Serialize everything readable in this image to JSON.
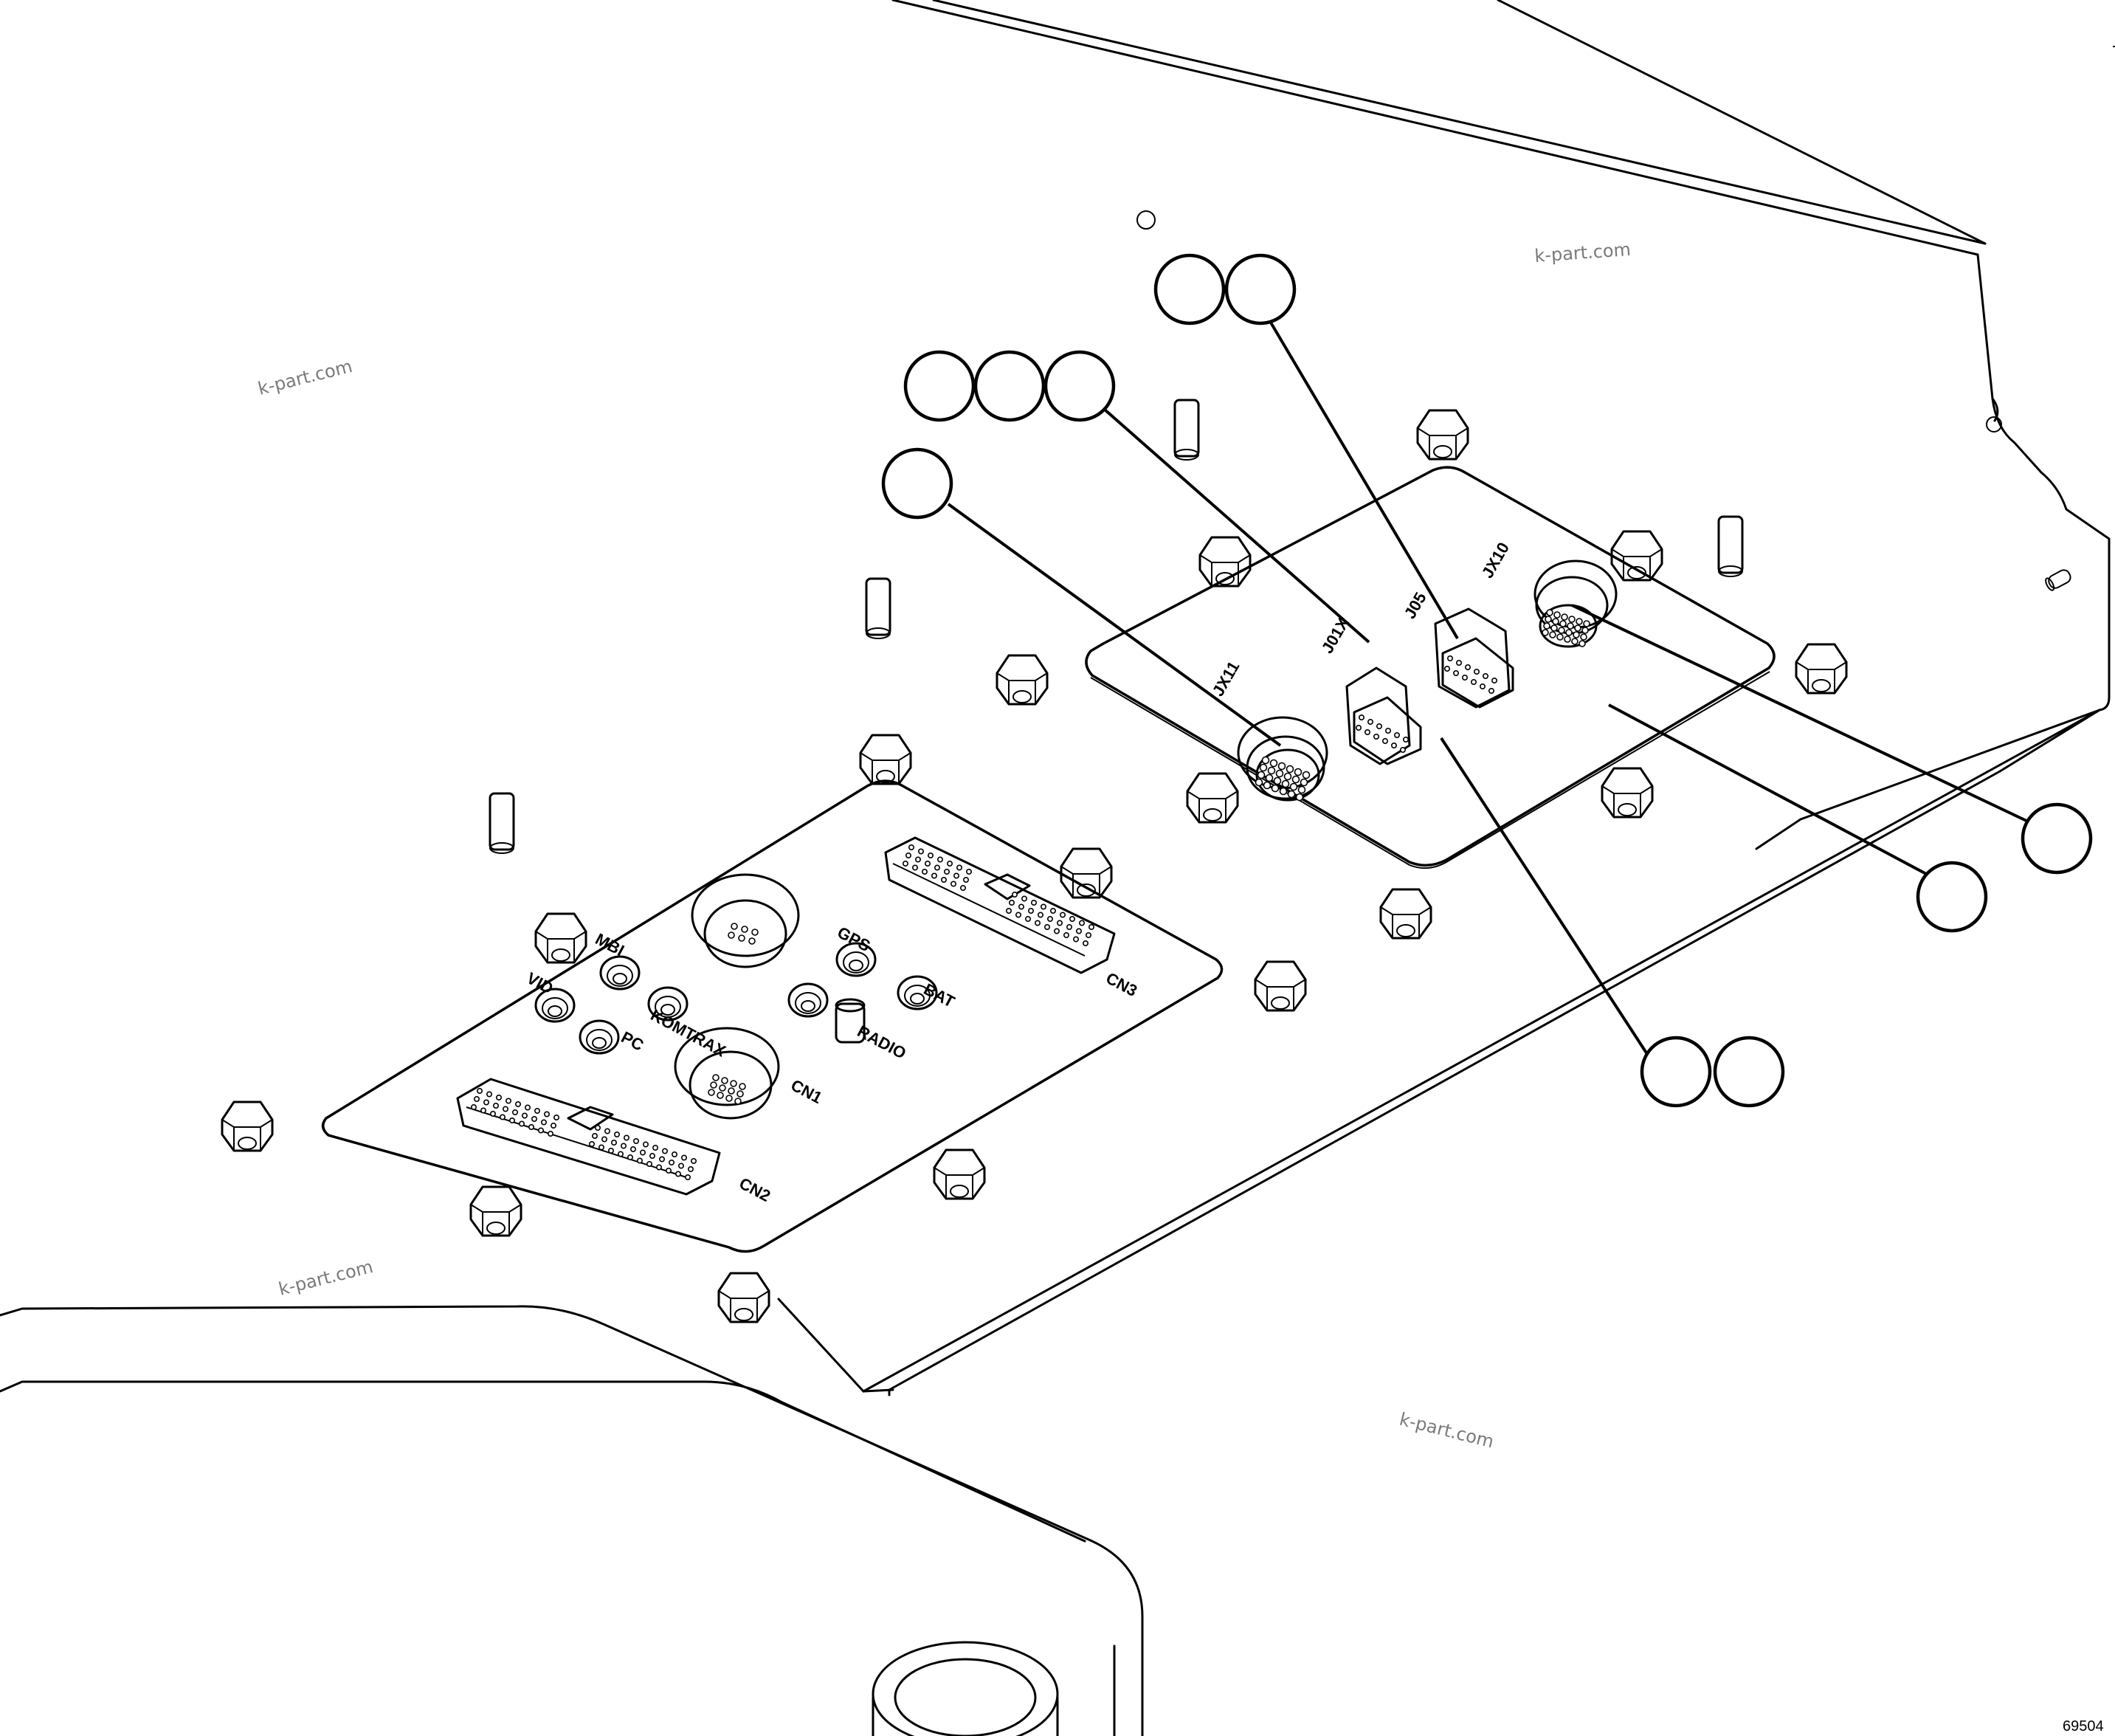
{
  "connector_labels": {
    "mb": "MBI",
    "vid": "VID",
    "pc": "PC",
    "kom": "KOMTRAX",
    "gps": "GPS",
    "radio": "RADIO",
    "bat": "BAT",
    "cn1": "CN1",
    "cn2": "CN2",
    "cn3": "CN3",
    "jx11": "JX11",
    "j01x": "J01X",
    "j05": "J05",
    "jx10": "JX10"
  },
  "watermarks": [
    "k-part.com",
    "k-part.com",
    "k-part.com",
    "k-part.com"
  ],
  "figure_number": "69504",
  "callouts": [
    "",
    "",
    "",
    "",
    "",
    "",
    "",
    "",
    "",
    "",
    ""
  ]
}
